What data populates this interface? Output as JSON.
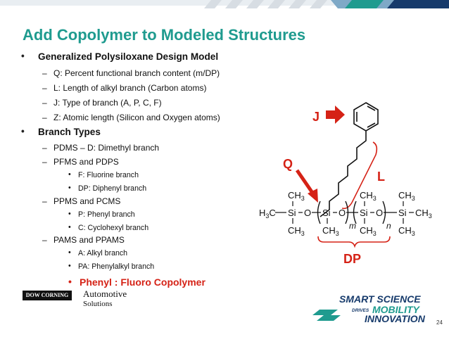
{
  "title": "Add Copolymer to Modeled Structures",
  "bullets": [
    {
      "text": "Generalized Polysiloxane Design Model",
      "children": [
        "Q: Percent functional branch content (m/DP)",
        "L: Length of alkyl branch (Carbon atoms)",
        "J: Type of branch (A, P, C, F)",
        "Z: Atomic length (Silicon and Oxygen atoms)"
      ]
    },
    {
      "text": "Branch Types",
      "children": [
        {
          "text": "PDMS – D: Dimethyl branch",
          "children": []
        },
        {
          "text": "PFMS and PDPS",
          "children": [
            "F: Fluorine branch",
            "DP: Diphenyl branch"
          ]
        },
        {
          "text": "PPMS and PCMS",
          "children": [
            "P: Phenyl branch",
            "C: Cyclohexyl branch"
          ]
        },
        {
          "text": "PAMS and PPAMS",
          "children": [
            "A: Alkyl branch",
            "PA: Phenylalkyl branch"
          ]
        }
      ]
    }
  ],
  "highlight": "Phenyl : Fluoro Copolymer",
  "diagram": {
    "labels": {
      "J": "J",
      "Q": "Q",
      "L": "L",
      "DP": "DP",
      "m": "m",
      "n": "n"
    },
    "ch3": "CH",
    "sub3": "3",
    "h3c": "H",
    "c": "C",
    "si": "Si",
    "o": "O"
  },
  "logos": {
    "dow": "DOW CORNING",
    "auto_line1": "Automotive",
    "auto_line2": "Solutions",
    "smart": "SMART SCIENCE",
    "drives": "DRIVES",
    "mobility": "MOBILITY",
    "innovation": "INNOVATION"
  },
  "page_number": "24",
  "colors": {
    "title": "#1f9b8f",
    "accent_red": "#d52216",
    "navy": "#163a6b",
    "teal": "#1f9b8f"
  }
}
